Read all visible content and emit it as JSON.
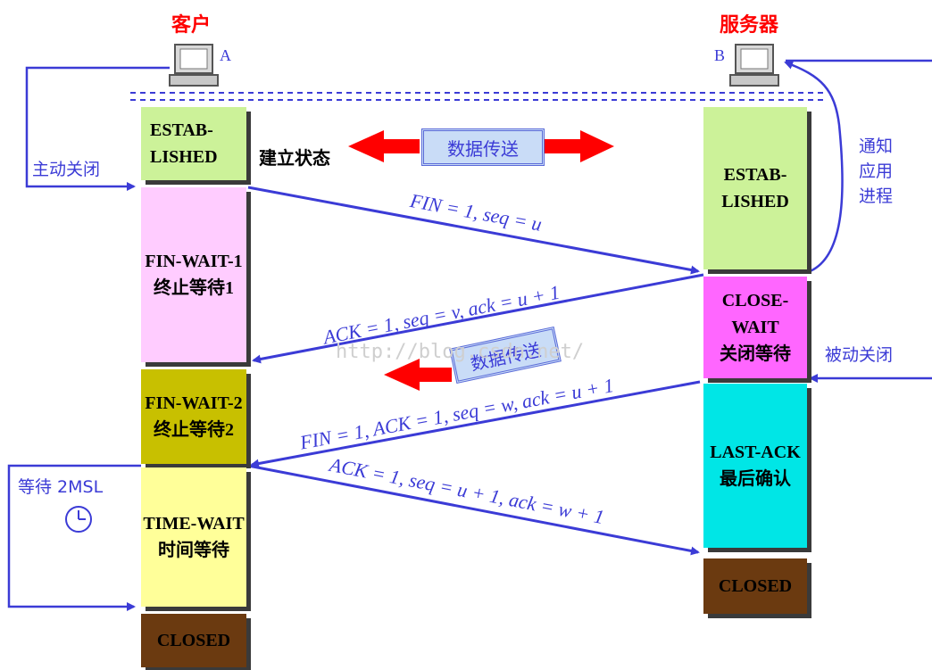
{
  "nodes": {
    "client_label": "客户",
    "client_letter": "A",
    "server_label": "服务器",
    "server_letter": "B"
  },
  "client_states": [
    {
      "text": "ESTAB-\nLISHED"
    },
    {
      "text": "FIN-WAIT-1\n终止等待1"
    },
    {
      "text": "FIN-WAIT-2\n终止等待2"
    },
    {
      "text": "TIME-WAIT\n时间等待"
    },
    {
      "text": "CLOSED"
    }
  ],
  "server_states": [
    {
      "text": "ESTAB-\nLISHED"
    },
    {
      "text": "CLOSE-WAIT\n关闭等待"
    },
    {
      "text": "LAST-ACK\n最后确认"
    },
    {
      "text": "CLOSED"
    }
  ],
  "labels": {
    "established_cn": "建立状态",
    "active_close": "主动关闭",
    "notify_app": "通知\n应用\n进程",
    "passive_close": "被动关闭",
    "wait_2msl": "等待 2MSL",
    "data_transfer_1": "数据传送",
    "data_transfer_2": "数据传送",
    "watermark": "http://blog.csdn.net/"
  },
  "messages": {
    "fin1": "FIN = 1, seq = u",
    "ack1": "ACK = 1, seq = v, ack = u + 1",
    "fin2": "FIN = 1, ACK = 1, seq = w, ack = u + 1",
    "ack2": "ACK = 1, seq = u + 1, ack = w + 1"
  },
  "colors": {
    "established": "#ccf299",
    "fin_wait_1": "#ffccff",
    "fin_wait_2": "#c8c000",
    "time_wait": "#ffff99",
    "closed": "#6b3a10",
    "close_wait": "#ff66ff",
    "last_ack": "#00e6e6",
    "arrow": "#3b3bd6",
    "red_arrow": "#ff0000"
  }
}
